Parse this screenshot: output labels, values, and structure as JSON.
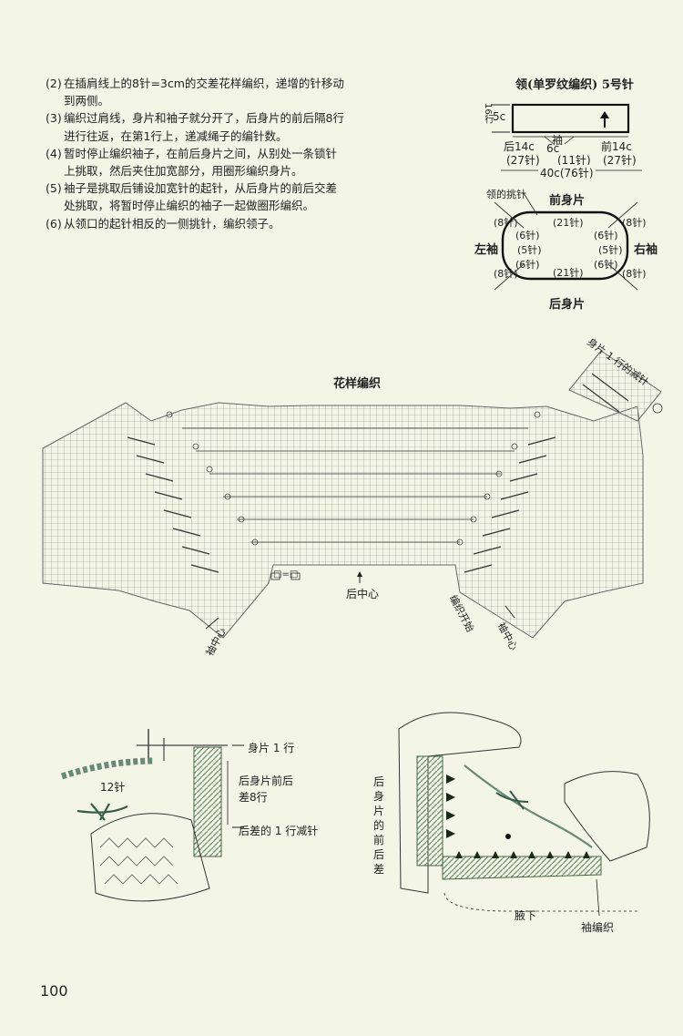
{
  "instructions": [
    {
      "num": "(2)",
      "text": "在插肩线上的8针=3cm的交差花样编织，递增的针移动到两侧。"
    },
    {
      "num": "(3)",
      "text": "编织过肩线，身片和袖子就分开了，后身片的前后隔8行进行往返，在第1行上，递减绳子的编针数。"
    },
    {
      "num": "(4)",
      "text": "暂时停止编织袖子，在前后身片之间，从别处一条锁针上挑取，然后夹住加宽部分，用圈形编织身片。"
    },
    {
      "num": "(5)",
      "text": "袖子是挑取后铺设加宽针的起针，从后身片的前后交差处挑取，将暂时停止编织的袖子一起做圈形编织。"
    },
    {
      "num": "(6)",
      "text": "从领口的起针相反的一侧挑针，编织领子。"
    }
  ],
  "collar": {
    "title": "领(单罗纹编织) 5号针",
    "height_cm": "5c",
    "height_rows": "16行",
    "back": "后14c",
    "back_sts": "(27针)",
    "sleeve": "袖",
    "sleeve_cm": "6c",
    "sleeve_sts": "(11针)",
    "front": "前14c",
    "front_sts": "(27针)",
    "total": "40c(76针)"
  },
  "pickup": {
    "label": "领的挑针",
    "front": "前身片",
    "back": "后身片",
    "left": "左袖",
    "right": "右袖",
    "s8": "(8针)",
    "s21": "(21针)",
    "s6": "(6针)",
    "s5": "(5针)"
  },
  "chart": {
    "title": "花样编织",
    "legend": "□=□",
    "back_center": "后中心",
    "start": "编织开始",
    "sleeve_center": "袖中心",
    "decrease_label": "身片 1 行的减针"
  },
  "illus_left": {
    "body_row1": "身片 1 行",
    "back_diff": "后身片前后差8行",
    "back_diff_dec": "后差的 1 行减针",
    "ch12": "12针"
  },
  "illus_right": {
    "vertical_label": "后身片的前后差",
    "underarm": "腋下",
    "sleeve_knit": "袖编织"
  },
  "page_number": "100"
}
